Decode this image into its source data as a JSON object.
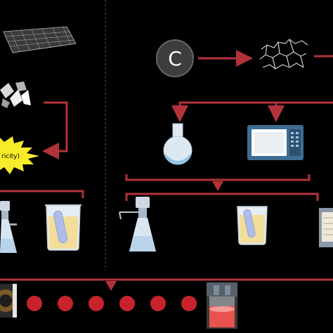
{
  "colors": {
    "background": "#000000",
    "arrow": "#b3323a",
    "divider": "#555555",
    "burst": "#f7ec2a",
    "carbon_circle": "#3d3d3d",
    "liquid": "#f3dd9a",
    "glass": "#d7e6f1",
    "microwave": "#3f6d93",
    "dot": "#c8232c"
  },
  "carbon_symbol": "C",
  "burst_label": "ricity)",
  "icons": [
    "graphene-sheet-icon",
    "graphite-flakes-icon",
    "electricity-burst-icon",
    "carbon-atom-icon",
    "carbon-dots-molecule-icon",
    "round-bottom-flask-icon",
    "microwave-oven-icon",
    "vacuum-filtration-icon",
    "beaker-with-tube-icon",
    "oven-icon",
    "fluorescent-solution-photo-icon"
  ],
  "dot_count": 6
}
